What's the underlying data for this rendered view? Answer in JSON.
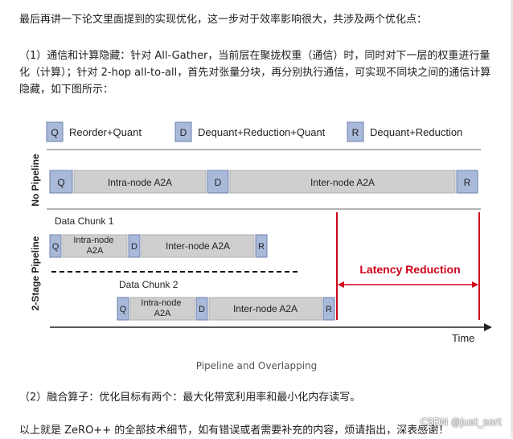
{
  "paragraphs": {
    "p1": "最后再讲一下论文里面提到的实现优化，这一步对于效率影响很大，共涉及两个优化点：",
    "p2": "（1）通信和计算隐藏：针对 All-Gather，当前层在聚拢权重（通信）时，同时对下一层的权重进行量化（计算）；针对 2-hop all-to-all，首先对张量分块，再分别执行通信，可实现不同块之间的通信计算隐藏，如下图所示：",
    "p4": "（2）融合算子：优化目标有两个：最大化带宽利用率和最小化内存读写。",
    "p5": "以上就是 ZeRO++ 的全部技术细节，如有错误或者需要补充的内容，烦请指出，深表感谢！"
  },
  "figure": {
    "caption": "Pipeline and Overlapping",
    "legend": [
      {
        "key": "Q",
        "label": "Reorder+Quant"
      },
      {
        "key": "D",
        "label": "Dequant+Reduction+Quant"
      },
      {
        "key": "R",
        "label": "Dequant+Reduction"
      }
    ],
    "no_pipeline": {
      "axis_label": "No Pipeline",
      "blocks": [
        {
          "label": "Q"
        },
        {
          "label": "Intra-node A2A"
        },
        {
          "label": "D"
        },
        {
          "label": "Inter-node A2A"
        },
        {
          "label": "R"
        }
      ]
    },
    "two_stage": {
      "axis_label": "2-Stage Pipeline",
      "chunk1": {
        "title": "Data Chunk 1",
        "blocks": [
          {
            "label": "Q"
          },
          {
            "label": "Intra-node\nA2A"
          },
          {
            "label": "D"
          },
          {
            "label": "Inter-node A2A"
          },
          {
            "label": "R"
          }
        ]
      },
      "chunk2": {
        "title": "Data Chunk 2",
        "blocks": [
          {
            "label": "Q"
          },
          {
            "label": "Intra-node\nA2A"
          },
          {
            "label": "D"
          },
          {
            "label": "Inter-node A2A"
          },
          {
            "label": "R"
          }
        ]
      }
    },
    "latency_label": "Latency Reduction",
    "time_label": "Time",
    "colors": {
      "small_block_fill": "#a9b9d9",
      "small_block_stroke": "#6e7fae",
      "long_block_fill": "#cfcfcf",
      "long_block_stroke": "#b0b0b0",
      "latency_red": "#d0021b"
    }
  },
  "watermark": "CSDN @just_sort"
}
